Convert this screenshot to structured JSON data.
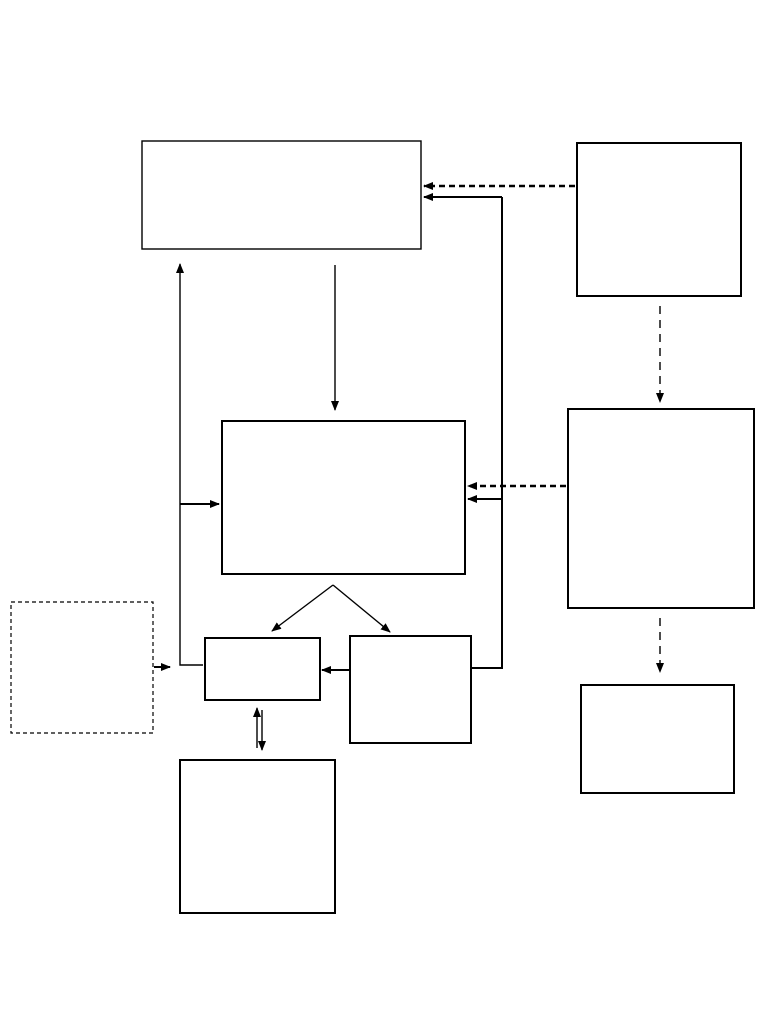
{
  "diagram": {
    "nodes": [
      {
        "id": "box-top-center",
        "label": "",
        "style": "solid"
      },
      {
        "id": "box-top-right",
        "label": "",
        "style": "heavy"
      },
      {
        "id": "box-middle-center",
        "label": "",
        "style": "heavy"
      },
      {
        "id": "box-middle-right",
        "label": "",
        "style": "heavy"
      },
      {
        "id": "box-bottom-right",
        "label": "",
        "style": "heavy"
      },
      {
        "id": "box-left-dashed",
        "label": "",
        "style": "dashed"
      },
      {
        "id": "box-small-left",
        "label": "",
        "style": "heavy"
      },
      {
        "id": "box-small-right",
        "label": "",
        "style": "heavy"
      },
      {
        "id": "box-bottom-left",
        "label": "",
        "style": "heavy"
      }
    ],
    "edges": [
      {
        "from": "box-top-right",
        "to": "box-top-center",
        "style": "dashed"
      },
      {
        "from": "box-small-right",
        "to": "box-top-center",
        "style": "solid"
      },
      {
        "from": "box-top-center",
        "to": "box-middle-center",
        "style": "solid"
      },
      {
        "from": "box-top-right",
        "to": "box-middle-right",
        "style": "dashed"
      },
      {
        "from": "box-middle-right",
        "to": "box-middle-center",
        "style": "dashed"
      },
      {
        "from": "box-small-right",
        "to": "box-middle-center",
        "style": "solid"
      },
      {
        "from": "box-middle-right",
        "to": "box-bottom-right",
        "style": "dashed"
      },
      {
        "from": "box-small-left",
        "to": "box-top-center",
        "style": "solid"
      },
      {
        "from": "box-small-left",
        "to": "box-middle-center",
        "style": "solid"
      },
      {
        "from": "box-middle-center",
        "to": "box-small-left",
        "style": "solid"
      },
      {
        "from": "box-middle-center",
        "to": "box-small-right",
        "style": "solid"
      },
      {
        "from": "box-small-right",
        "to": "box-small-left",
        "style": "solid"
      },
      {
        "from": "box-left-dashed",
        "to": "box-small-left",
        "style": "solid"
      },
      {
        "from": "box-small-left",
        "to": "box-bottom-left",
        "style": "solid",
        "bidirectional": true
      }
    ]
  }
}
